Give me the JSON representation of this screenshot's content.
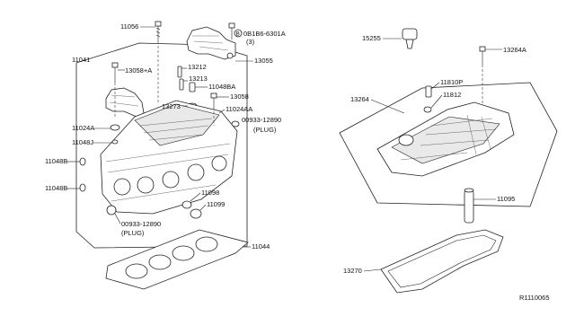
{
  "diagram_id": "R1110065",
  "left_group": {
    "labels": {
      "p11041": "11041",
      "p11056": "11056",
      "p081b6": "0B1B6-6301A",
      "p081b6_qty": "(3)",
      "p13055": "13055",
      "p13058a": "13058+A",
      "p13212": "13212",
      "p13213": "13213",
      "p11048ba": "11048BA",
      "p13058": "13058",
      "p13273": "13273",
      "p11024aa": "11024AA",
      "p00933_top": "00933-12890",
      "plug_top": "(PLUG)",
      "p11024a": "11024A",
      "p11048_a": "11048J",
      "p11048_b": "11048B",
      "p11048_c": "11048B",
      "p11098": "11098",
      "p11099": "11099",
      "p00933_bot": "00933-12890",
      "plug_bot": "(PLUG)",
      "p11044": "11044"
    }
  },
  "right_group": {
    "labels": {
      "p15255": "15255",
      "p13264a": "13264A",
      "p13264": "13264",
      "p11810p": "11810P",
      "p11812": "11812",
      "p11095": "11095",
      "p13270": "13270"
    }
  },
  "callout_symbol": "B"
}
